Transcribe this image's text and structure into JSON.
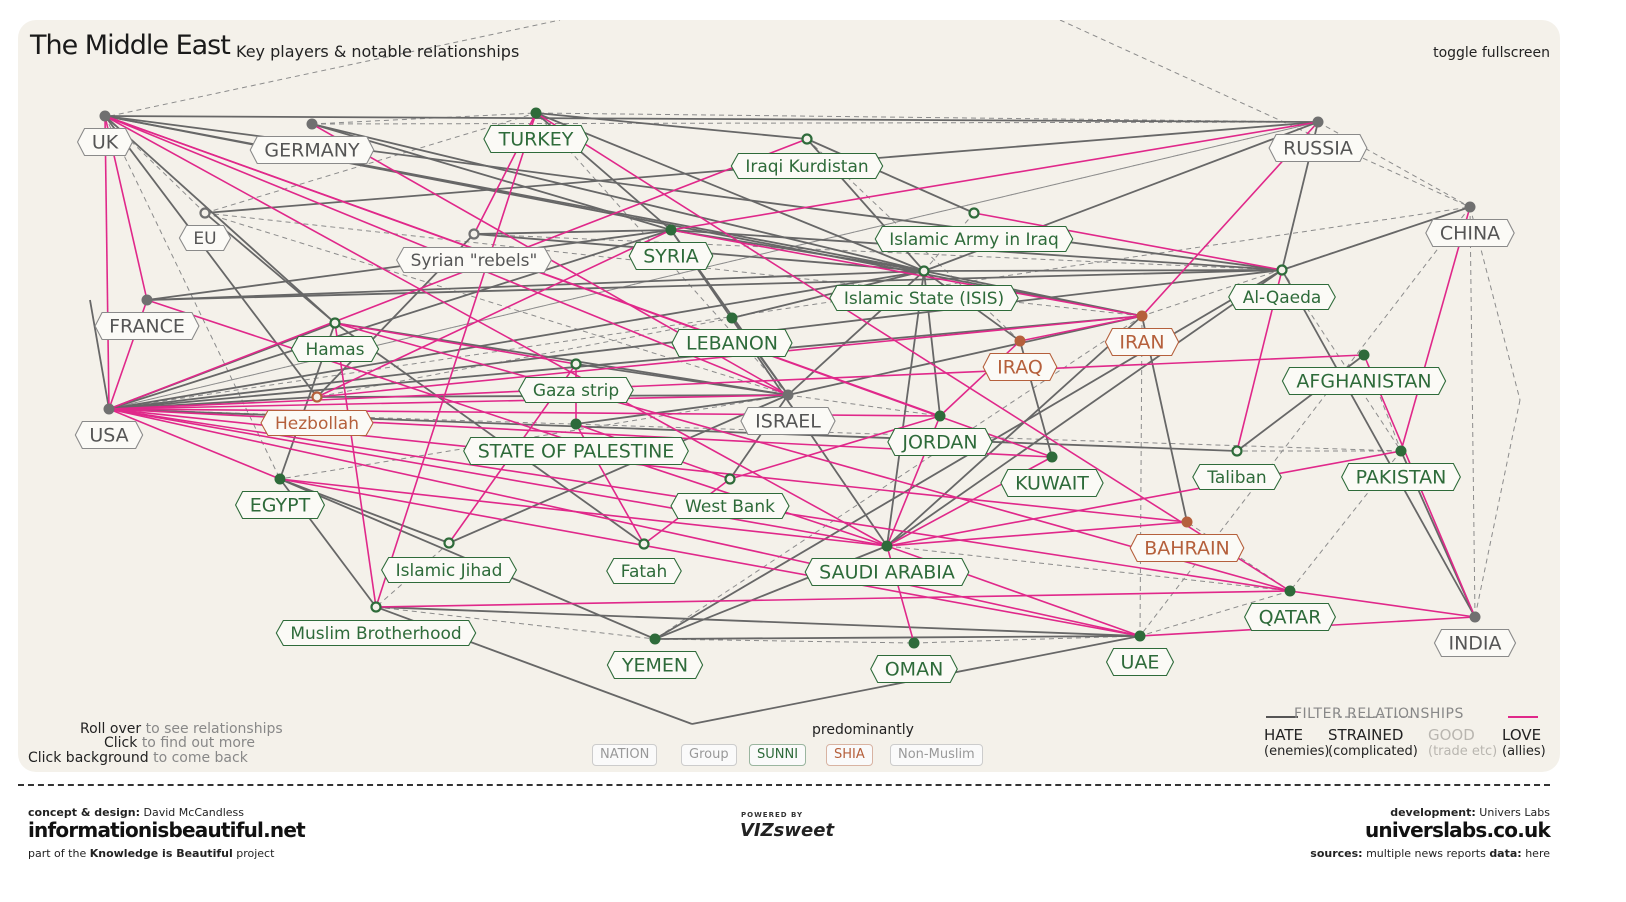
{
  "header": {
    "title": "The Middle East",
    "subtitle": "Key players & notable relationships",
    "fullscreen_label": "toggle fullscreen"
  },
  "colors": {
    "background": "#f4f1ea",
    "sunni": "#2e6b3a",
    "shia": "#b5603c",
    "nonmuslim": "#707070",
    "hate": "#676767",
    "love": "#e0288a",
    "strained": "#8c8c8c"
  },
  "nodes": [
    {
      "id": "uk",
      "label": "UK",
      "type": "nonmuslim",
      "group": false
    },
    {
      "id": "germany",
      "label": "GERMANY",
      "type": "nonmuslim",
      "group": false
    },
    {
      "id": "turkey",
      "label": "TURKEY",
      "type": "sunni",
      "group": false
    },
    {
      "id": "kurdistan",
      "label": "Iraqi Kurdistan",
      "type": "sunni",
      "group": true
    },
    {
      "id": "russia",
      "label": "RUSSIA",
      "type": "nonmuslim",
      "group": false
    },
    {
      "id": "eu",
      "label": "EU",
      "type": "nonmuslim",
      "group": true
    },
    {
      "id": "rebels",
      "label": "Syrian \"rebels\"",
      "type": "nonmuslim",
      "group": true
    },
    {
      "id": "syria",
      "label": "SYRIA",
      "type": "sunni",
      "group": false
    },
    {
      "id": "iai",
      "label": "Islamic Army in Iraq",
      "type": "sunni",
      "group": true
    },
    {
      "id": "china",
      "label": "CHINA",
      "type": "nonmuslim",
      "group": false
    },
    {
      "id": "isis",
      "label": "Islamic State (ISIS)",
      "type": "sunni",
      "group": true
    },
    {
      "id": "alqaeda",
      "label": "Al-Qaeda",
      "type": "sunni",
      "group": true
    },
    {
      "id": "france",
      "label": "FRANCE",
      "type": "nonmuslim",
      "group": false
    },
    {
      "id": "hamas",
      "label": "Hamas",
      "type": "sunni",
      "group": true
    },
    {
      "id": "lebanon",
      "label": "LEBANON",
      "type": "sunni",
      "group": false
    },
    {
      "id": "iran",
      "label": "IRAN",
      "type": "shia",
      "group": false
    },
    {
      "id": "iraq",
      "label": "IRAQ",
      "type": "shia",
      "group": false
    },
    {
      "id": "gaza",
      "label": "Gaza strip",
      "type": "sunni",
      "group": true
    },
    {
      "id": "afghanistan",
      "label": "AFGHANISTAN",
      "type": "sunni",
      "group": false
    },
    {
      "id": "usa",
      "label": "USA",
      "type": "nonmuslim",
      "group": false
    },
    {
      "id": "hezbollah",
      "label": "Hezbollah",
      "type": "shia",
      "group": true
    },
    {
      "id": "israel",
      "label": "ISRAEL",
      "type": "nonmuslim",
      "group": false
    },
    {
      "id": "palestine",
      "label": "STATE OF PALESTINE",
      "type": "sunni",
      "group": false
    },
    {
      "id": "jordan",
      "label": "JORDAN",
      "type": "sunni",
      "group": false
    },
    {
      "id": "kuwait",
      "label": "KUWAIT",
      "type": "sunni",
      "group": false
    },
    {
      "id": "taliban",
      "label": "Taliban",
      "type": "sunni",
      "group": true
    },
    {
      "id": "pakistan",
      "label": "PAKISTAN",
      "type": "sunni",
      "group": false
    },
    {
      "id": "egypt",
      "label": "EGYPT",
      "type": "sunni",
      "group": false
    },
    {
      "id": "westbank",
      "label": "West Bank",
      "type": "sunni",
      "group": true
    },
    {
      "id": "bahrain",
      "label": "BAHRAIN",
      "type": "shia",
      "group": false
    },
    {
      "id": "jihad",
      "label": "Islamic Jihad",
      "type": "sunni",
      "group": true
    },
    {
      "id": "fatah",
      "label": "Fatah",
      "type": "sunni",
      "group": true
    },
    {
      "id": "saudi",
      "label": "SAUDI ARABIA",
      "type": "sunni",
      "group": false
    },
    {
      "id": "qatar",
      "label": "QATAR",
      "type": "sunni",
      "group": false
    },
    {
      "id": "india",
      "label": "INDIA",
      "type": "nonmuslim",
      "group": false
    },
    {
      "id": "brotherhood",
      "label": "Muslim Brotherhood",
      "type": "sunni",
      "group": true
    },
    {
      "id": "yemen",
      "label": "YEMEN",
      "type": "sunni",
      "group": false
    },
    {
      "id": "oman",
      "label": "OMAN",
      "type": "sunni",
      "group": false
    },
    {
      "id": "uae",
      "label": "UAE",
      "type": "sunni",
      "group": false
    }
  ],
  "edges": [
    [
      "uk",
      "usa",
      "love"
    ],
    [
      "uk",
      "france",
      "love"
    ],
    [
      "uk",
      "saudi",
      "love"
    ],
    [
      "uk",
      "israel",
      "love"
    ],
    [
      "uk",
      "jordan",
      "love"
    ],
    [
      "uk",
      "iran",
      "hate"
    ],
    [
      "uk",
      "isis",
      "hate"
    ],
    [
      "uk",
      "alqaeda",
      "hate"
    ],
    [
      "uk",
      "hezbollah",
      "hate"
    ],
    [
      "uk",
      "hamas",
      "hate"
    ],
    [
      "uk",
      "russia",
      "hate"
    ],
    [
      "uk",
      "kuwait",
      "love"
    ],
    [
      "uk",
      "egypt",
      "strained"
    ],
    [
      "uk",
      "eu",
      "strained"
    ],
    [
      "usa",
      "israel",
      "love"
    ],
    [
      "usa",
      "saudi",
      "love"
    ],
    [
      "usa",
      "jordan",
      "love"
    ],
    [
      "usa",
      "egypt",
      "love"
    ],
    [
      "usa",
      "kuwait",
      "love"
    ],
    [
      "usa",
      "qatar",
      "love"
    ],
    [
      "usa",
      "uae",
      "love"
    ],
    [
      "usa",
      "bahrain",
      "love"
    ],
    [
      "usa",
      "iran",
      "hate"
    ],
    [
      "usa",
      "isis",
      "hate"
    ],
    [
      "usa",
      "alqaeda",
      "hate"
    ],
    [
      "usa",
      "taliban",
      "hate"
    ],
    [
      "usa",
      "hezbollah",
      "hate"
    ],
    [
      "usa",
      "hamas",
      "hate"
    ],
    [
      "usa",
      "syria",
      "hate"
    ],
    [
      "usa",
      "russia",
      "strained"
    ],
    [
      "usa",
      "china",
      "strained"
    ],
    [
      "usa",
      "pakistan",
      "strained"
    ],
    [
      "france",
      "isis",
      "hate"
    ],
    [
      "france",
      "alqaeda",
      "hate"
    ],
    [
      "france",
      "syria",
      "hate"
    ],
    [
      "france",
      "usa",
      "love"
    ],
    [
      "germany",
      "isis",
      "hate"
    ],
    [
      "germany",
      "israel",
      "love"
    ],
    [
      "germany",
      "turkey",
      "strained"
    ],
    [
      "germany",
      "russia",
      "strained"
    ],
    [
      "eu",
      "russia",
      "hate"
    ],
    [
      "eu",
      "iran",
      "strained"
    ],
    [
      "eu",
      "turkey",
      "strained"
    ],
    [
      "eu",
      "israel",
      "strained"
    ],
    [
      "russia",
      "syria",
      "love"
    ],
    [
      "russia",
      "iran",
      "love"
    ],
    [
      "russia",
      "china",
      "strained"
    ],
    [
      "russia",
      "isis",
      "hate"
    ],
    [
      "russia",
      "turkey",
      "strained"
    ],
    [
      "russia",
      "alqaeda",
      "hate"
    ],
    [
      "china",
      "pakistan",
      "love"
    ],
    [
      "china",
      "india",
      "strained"
    ],
    [
      "china",
      "alqaeda",
      "hate"
    ],
    [
      "china",
      "iran",
      "strained"
    ],
    [
      "india",
      "pakistan",
      "hate"
    ],
    [
      "india",
      "qatar",
      "love"
    ],
    [
      "india",
      "alqaeda",
      "hate"
    ],
    [
      "iran",
      "syria",
      "love"
    ],
    [
      "iran",
      "hezbollah",
      "love"
    ],
    [
      "iran",
      "iraq",
      "love"
    ],
    [
      "iran",
      "israel",
      "hate"
    ],
    [
      "iran",
      "saudi",
      "hate"
    ],
    [
      "iran",
      "isis",
      "hate"
    ],
    [
      "iran",
      "bahrain",
      "hate"
    ],
    [
      "iran",
      "uae",
      "strained"
    ],
    [
      "iran",
      "yemen",
      "strained"
    ],
    [
      "syria",
      "hezbollah",
      "love"
    ],
    [
      "syria",
      "rebels",
      "hate"
    ],
    [
      "syria",
      "isis",
      "hate"
    ],
    [
      "syria",
      "israel",
      "hate"
    ],
    [
      "syria",
      "turkey",
      "hate"
    ],
    [
      "syria",
      "alqaeda",
      "hate"
    ],
    [
      "syria",
      "saudi",
      "hate"
    ],
    [
      "saudi",
      "egypt",
      "love"
    ],
    [
      "saudi",
      "bahrain",
      "love"
    ],
    [
      "saudi",
      "kuwait",
      "love"
    ],
    [
      "saudi",
      "uae",
      "love"
    ],
    [
      "saudi",
      "jordan",
      "love"
    ],
    [
      "saudi",
      "oman",
      "love"
    ],
    [
      "saudi",
      "pakistan",
      "love"
    ],
    [
      "saudi",
      "isis",
      "hate"
    ],
    [
      "saudi",
      "qatar",
      "strained"
    ],
    [
      "saudi",
      "yemen",
      "hate"
    ],
    [
      "saudi",
      "alqaeda",
      "hate"
    ],
    [
      "israel",
      "hamas",
      "hate"
    ],
    [
      "israel",
      "hezbollah",
      "hate"
    ],
    [
      "israel",
      "palestine",
      "hate"
    ],
    [
      "israel",
      "gaza",
      "hate"
    ],
    [
      "israel",
      "lebanon",
      "hate"
    ],
    [
      "israel",
      "jordan",
      "strained"
    ],
    [
      "israel",
      "egypt",
      "strained"
    ],
    [
      "israel",
      "isis",
      "hate"
    ],
    [
      "israel",
      "jihad",
      "hate"
    ],
    [
      "israel",
      "westbank",
      "hate"
    ],
    [
      "israel",
      "turkey",
      "strained"
    ],
    [
      "hamas",
      "gaza",
      "love"
    ],
    [
      "hamas",
      "fatah",
      "hate"
    ],
    [
      "hamas",
      "qatar",
      "love"
    ],
    [
      "hamas",
      "brotherhood",
      "love"
    ],
    [
      "palestine",
      "fatah",
      "love"
    ],
    [
      "palestine",
      "westbank",
      "love"
    ],
    [
      "palestine",
      "gaza",
      "love"
    ],
    [
      "egypt",
      "brotherhood",
      "hate"
    ],
    [
      "egypt",
      "hamas",
      "hate"
    ],
    [
      "egypt",
      "uae",
      "love"
    ],
    [
      "egypt",
      "jihad",
      "hate"
    ],
    [
      "turkey",
      "kurdistan",
      "hate"
    ],
    [
      "turkey",
      "isis",
      "hate"
    ],
    [
      "turkey",
      "rebels",
      "love"
    ],
    [
      "turkey",
      "qatar",
      "love"
    ],
    [
      "turkey",
      "brotherhood",
      "love"
    ],
    [
      "iraq",
      "isis",
      "hate"
    ],
    [
      "iraq",
      "kurdistan",
      "strained"
    ],
    [
      "iraq",
      "kuwait",
      "strained"
    ],
    [
      "isis",
      "alqaeda",
      "hate"
    ],
    [
      "isis",
      "kurdistan",
      "hate"
    ],
    [
      "isis",
      "iai",
      "strained"
    ],
    [
      "isis",
      "jordan",
      "hate"
    ],
    [
      "isis",
      "lebanon",
      "hate"
    ],
    [
      "alqaeda",
      "taliban",
      "love"
    ],
    [
      "alqaeda",
      "yemen",
      "hate"
    ],
    [
      "alqaeda",
      "pakistan",
      "strained"
    ],
    [
      "alqaeda",
      "iai",
      "love"
    ],
    [
      "afghanistan",
      "taliban",
      "hate"
    ],
    [
      "afghanistan",
      "pakistan",
      "strained"
    ],
    [
      "afghanistan",
      "usa",
      "love"
    ],
    [
      "afghanistan",
      "india",
      "love"
    ],
    [
      "pakistan",
      "taliban",
      "strained"
    ],
    [
      "pakistan",
      "qatar",
      "strained"
    ],
    [
      "qatar",
      "bahrain",
      "strained"
    ],
    [
      "qatar",
      "uae",
      "strained"
    ],
    [
      "qatar",
      "brotherhood",
      "love"
    ],
    [
      "lebanon",
      "hezbollah",
      "strained"
    ],
    [
      "lebanon",
      "syria",
      "strained"
    ],
    [
      "jordan",
      "westbank",
      "love"
    ],
    [
      "jordan",
      "iraq",
      "love"
    ],
    [
      "kuwait",
      "iraq",
      "hate"
    ],
    [
      "yemen",
      "oman",
      "strained"
    ],
    [
      "yemen",
      "uae",
      "hate"
    ],
    [
      "oman",
      "uae",
      "strained"
    ],
    [
      "jihad",
      "gaza",
      "love"
    ],
    [
      "jihad",
      "brotherhood",
      "strained"
    ],
    [
      "fatah",
      "westbank",
      "love"
    ],
    [
      "rebels",
      "alqaeda",
      "strained"
    ],
    [
      "rebels",
      "hezbollah",
      "hate"
    ],
    [
      "rebels",
      "isis",
      "hate"
    ],
    [
      "kurdistan",
      "usa",
      "love"
    ],
    [
      "kurdistan",
      "iai",
      "hate"
    ],
    [
      "brotherhood",
      "yemen",
      "strained"
    ],
    [
      "brotherhood",
      "uae",
      "hate"
    ],
    [
      "egypt",
      "yemen",
      "hate"
    ],
    [
      "france",
      "saudi",
      "love"
    ],
    [
      "germany",
      "syria",
      "hate"
    ],
    [
      "eu",
      "hamas",
      "hate"
    ],
    [
      "china",
      "uae",
      "strained"
    ],
    [
      "russia",
      "usa",
      "strained"
    ],
    [
      "india",
      "uae",
      "love"
    ]
  ],
  "hints": [
    {
      "action": "Roll over",
      "rest": "to see relationships"
    },
    {
      "action": "Click",
      "rest": "to find out more"
    },
    {
      "action": "Click background",
      "rest": "to come back"
    }
  ],
  "legend": {
    "title": "predominantly",
    "chips": [
      {
        "label": "NATION",
        "kind": "nation"
      },
      {
        "label": "Group",
        "kind": "group"
      },
      {
        "label": "SUNNI",
        "kind": "sunni"
      },
      {
        "label": "SHIA",
        "kind": "shia"
      },
      {
        "label": "Non-Muslim",
        "kind": "nonmuslim"
      }
    ]
  },
  "filter": {
    "title": "FILTER RELATIONSHIPS",
    "items": [
      {
        "label": "HATE",
        "sub": "(enemies)",
        "color": "#222222"
      },
      {
        "label": "STRAINED",
        "sub": "(complicated)",
        "color": "#222222"
      },
      {
        "label": "GOOD",
        "sub": "(trade etc)",
        "color": "#b9b6b0"
      },
      {
        "label": "LOVE",
        "sub": "(allies)",
        "color": "#222222"
      }
    ]
  },
  "footer": {
    "concept_label": "concept & design:",
    "concept_name": "David McCandless",
    "site": "informationisbeautiful.net",
    "part_of_prefix": "part of the",
    "part_of_name": "Knowledge is Beautiful",
    "part_of_suffix": "project",
    "powered_by": "POWERED BY",
    "vizsweet": "VIZsweet",
    "dev_label": "development:",
    "dev_name": "Univers Labs",
    "dev_site": "universlabs.co.uk",
    "sources_label": "sources:",
    "sources_value": "multiple news reports",
    "data_label": "data:",
    "data_value": "here"
  }
}
